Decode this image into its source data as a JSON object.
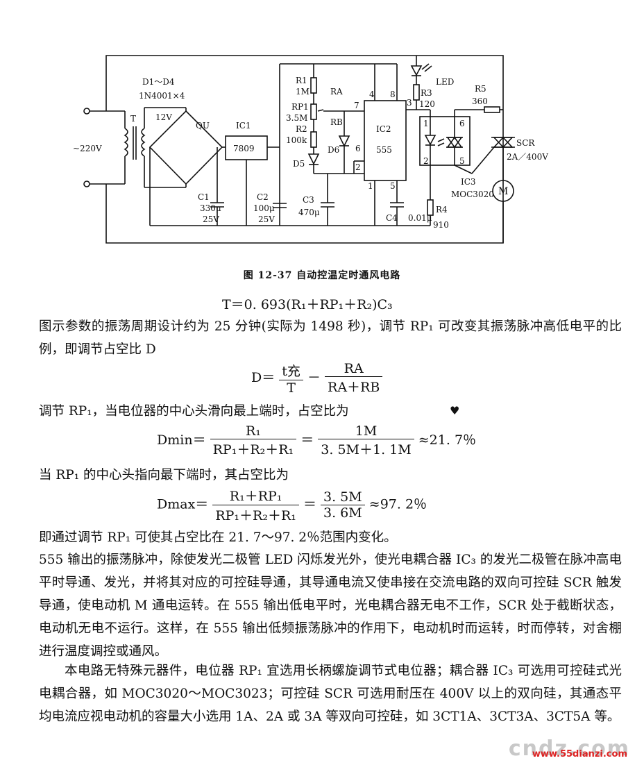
{
  "schematic": {
    "input_voltage": "~220V",
    "transformer": "T",
    "diodes_label": "D1～D4",
    "diodes_part": "1N4001×4",
    "secondary_voltage": "12V",
    "bridge": "QU",
    "regulator_name": "IC1",
    "regulator_part": "7809",
    "c1": [
      "C1",
      "330μ",
      "25V"
    ],
    "c2": [
      "C2",
      "100μ",
      "25V"
    ],
    "r1": [
      "R1",
      "1M"
    ],
    "rp1": [
      "RP1",
      "3.5M"
    ],
    "r2": [
      "R2",
      "100k"
    ],
    "ra": "RA",
    "rb": "RB",
    "d5": "D5",
    "d6": "D6",
    "c3": [
      "C3",
      "470μ"
    ],
    "ic2": [
      "IC2",
      "555"
    ],
    "pins": [
      "4",
      "8",
      "7",
      "6",
      "2",
      "1",
      "5",
      "3"
    ],
    "c4": [
      "C4",
      "0.01μ"
    ],
    "led": "LED",
    "r3": [
      "R3",
      "120"
    ],
    "r4": [
      "R4",
      "910"
    ],
    "r5": [
      "R5",
      "360"
    ],
    "ic3": [
      "IC3",
      "MOC3020"
    ],
    "ic3_pins": [
      "1",
      "2",
      "6",
      "5"
    ],
    "scr": [
      "SCR",
      "2A／400V"
    ],
    "motor": "M"
  },
  "caption": "图 12-37    自动控温定时通风电路",
  "formula_t": "T＝0. 693(R₁＋RP₁＋R₂)C₃",
  "para1": "图示参数的振荡周期设计约为 25 分钟(实际为 1498 秒)，调节 RP₁ 可改变其振荡脉冲高低电平的比例，即调节占空比 D",
  "formula_d": {
    "lhs": "D＝",
    "n1": "t充",
    "d1": "T",
    "mid": "－",
    "n2": "RA",
    "d2": "RA＋RB"
  },
  "para2": "调节 RP₁，当电位器的中心头滑向最上端时，占空比为",
  "formula_dmin": {
    "lhs": "Dmin＝",
    "n1": "R₁",
    "d1": "RP₁＋R₂＋R₁",
    "eq": "＝",
    "n2": "1M",
    "d2": "3. 5M＋1. 1M",
    "rhs": "≈21. 7％"
  },
  "para3": "当 RP₁ 的中心头指向最下端时，其占空比为",
  "formula_dmax": {
    "lhs": "Dmax＝",
    "n1": "R₁＋RP₁",
    "d1": "RP₁＋R₂＋R₁",
    "eq": "＝",
    "n2": "3. 5M",
    "d2": "3. 6M",
    "rhs": "≈97. 2％"
  },
  "para4": "即通过调节 RP₁ 可使其占空比在 21. 7～97. 2％范围内变化。",
  "para5": "555 输出的振荡脉冲，除使发光二极管 LED 闪烁发光外，使光电耦合器 IC₃ 的发光二极管在脉冲高电平时导通、发光，并将其对应的可控硅导通，其导通电流又使串接在交流电路的双向可控硅 SCR 触发导通，使电动机 M 通电运转。在 555 输出低电平时，光电耦合器无电不工作，SCR 处于截断状态，电动机无电不运行。这样，在 555 输出低频振荡脉冲的作用下，电动机时而运转，时而停转，对舍棚进行温度调控或通风。",
  "para6": "本电路无特殊元器件，电位器 RP₁ 宜选用长柄螺旋调节式电位器；耦合器 IC₃ 可选用可控硅式光电耦合器，如 MOC3020～MOC3023；可控硅 SCR 可选用耐压在 400V 以上的双向硅，其通态平均电流应视电动机的容量大小选用 1A、2A 或 3A 等双向可控硅，如 3CT1A、3CT3A、3CT5A 等。",
  "watermark": {
    "logo": "cndz.com",
    "url": "www.55dianzi.com"
  },
  "heart": "♥"
}
